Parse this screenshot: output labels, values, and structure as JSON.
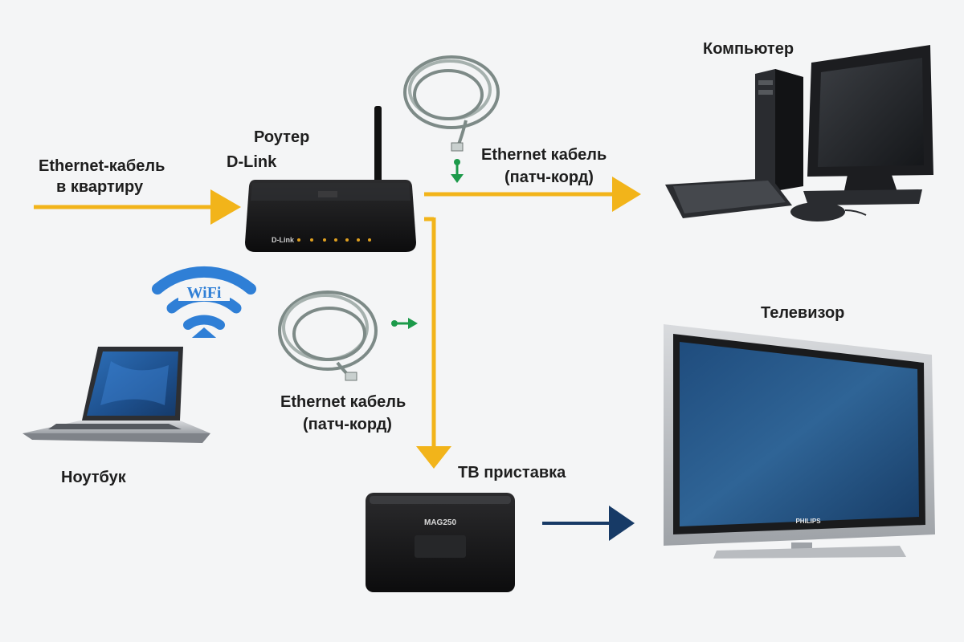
{
  "labels": {
    "ethernet_in_line1": "Ethernet-кабель",
    "ethernet_in_line2": "в квартиру",
    "router_line1": "Роутер",
    "router_line2": "D-Link",
    "patch_top_line1": "Ethernet кабель",
    "patch_top_line2": "(патч-корд)",
    "patch_mid_line1": "Ethernet кабель",
    "patch_mid_line2": "(патч-корд)",
    "computer": "Компьютер",
    "tv": "Телевизор",
    "laptop": "Ноутбук",
    "settop": "ТВ приставка"
  },
  "devices": {
    "router_brand": "D-Link",
    "wifi_text": "WiFi",
    "settop_model": "MAG250",
    "tv_brand": "PHILIPS"
  },
  "colors": {
    "arrow_yellow": "#f2b41a",
    "arrow_navy": "#173a66",
    "cable_green": "#1c9a4a",
    "wifi_blue": "#2f7fd6",
    "screen_blue": "#2e5f93"
  }
}
